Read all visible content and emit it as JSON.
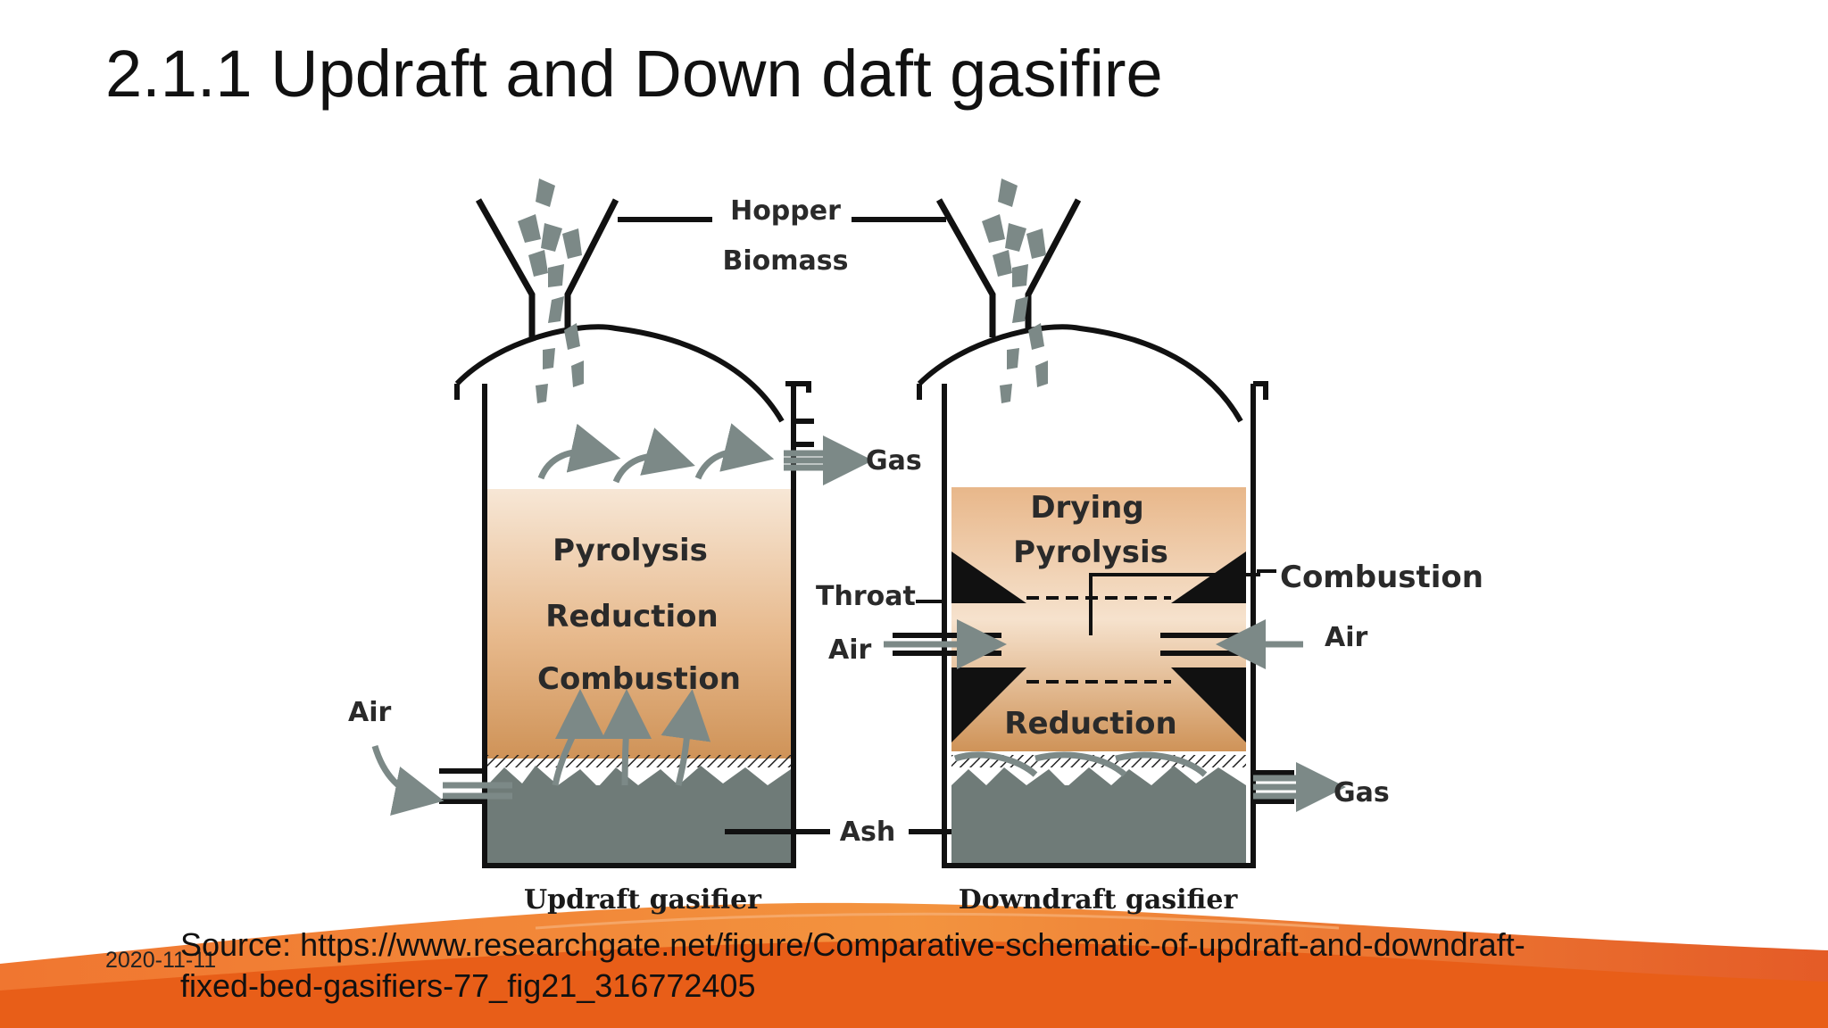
{
  "slide": {
    "title": "2.1.1 Updraft and Down daft gasifire",
    "source_line1": "Source: https://www.researchgate.net/figure/Comparative-schematic-of-updraft-and-downdraft-",
    "source_line2": "fixed-bed-gasifiers-77_fig21_316772405",
    "date": "2020-11-11"
  },
  "diagram": {
    "hopper": "Hopper",
    "biomass": "Biomass",
    "updraft": {
      "gas": "Gas",
      "zones": [
        "Pyrolysis",
        "Reduction",
        "Combustion"
      ],
      "air": "Air",
      "ash": "Ash",
      "caption": "Updraft gasifier"
    },
    "downdraft": {
      "zone_top_1": "Drying",
      "zone_top_2": "Pyrolysis",
      "combustion": "Combustion",
      "throat": "Throat",
      "air_left": "Air",
      "air_right": "Air",
      "reduction": "Reduction",
      "gas": "Gas",
      "caption": "Downdraft gasifier"
    }
  },
  "colors": {
    "accent_orange": "#e8531c",
    "bed_light": "#f7e7d6",
    "bed_dark": "#d39a63",
    "ash_grey": "#6f7b78",
    "arrow_grey": "#7c8987"
  }
}
